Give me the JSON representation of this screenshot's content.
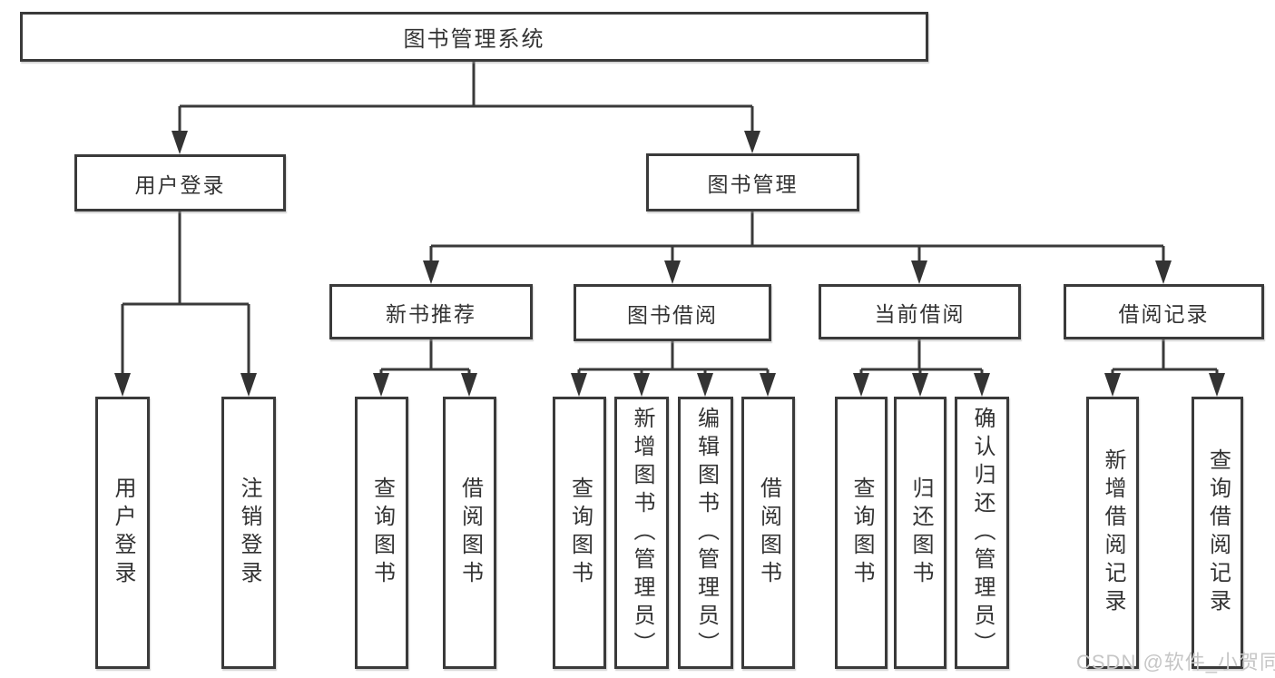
{
  "tree": {
    "label": "图书管理系统",
    "children": [
      {
        "label": "用户登录",
        "children": [
          {
            "label": "用户登录"
          },
          {
            "label": "注销登录"
          }
        ]
      },
      {
        "label": "图书管理",
        "children": [
          {
            "label": "新书推荐",
            "children": [
              {
                "label": "查询图书"
              },
              {
                "label": "借阅图书"
              }
            ]
          },
          {
            "label": "图书借阅",
            "children": [
              {
                "label": "查询图书"
              },
              {
                "label": "新增图书（管理员）"
              },
              {
                "label": "编辑图书（管理员）"
              },
              {
                "label": "借阅图书"
              }
            ]
          },
          {
            "label": "当前借阅",
            "children": [
              {
                "label": "查询图书"
              },
              {
                "label": "归还图书"
              },
              {
                "label": "确认归还（管理员）"
              }
            ]
          },
          {
            "label": "借阅记录",
            "children": [
              {
                "label": "新增借阅记录"
              },
              {
                "label": "查询借阅记录"
              }
            ]
          }
        ]
      }
    ]
  },
  "watermark": {
    "text": "CSDN @软件_小贺同学"
  },
  "colors": {
    "line": "#3a3a3a",
    "text": "#333333",
    "box_background": "#ffffff",
    "watermark": "#c6c6c6",
    "background": "#ffffff"
  }
}
